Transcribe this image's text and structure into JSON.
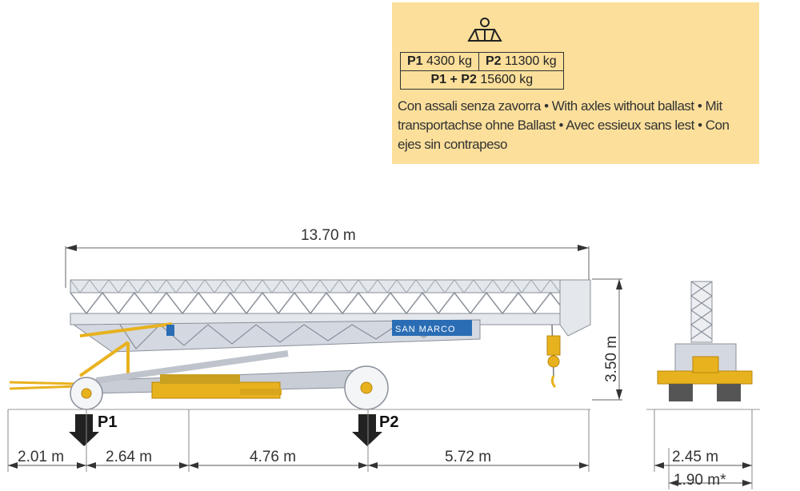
{
  "panel": {
    "p1_label": "P1",
    "p1_value": "4300 kg",
    "p2_label": "P2",
    "p2_value": "11300 kg",
    "sum_label": "P1 + P2",
    "sum_value": "15600 kg",
    "caption": "Con assali senza zavorra • With axles without ballast • Mit transportachse ohne Ballast • Avec essieux sans lest • Con ejes sin contrapeso",
    "icon": "transport-axle-icon"
  },
  "diagram": {
    "total_length": "13.70 m",
    "height": "3.50 m",
    "brand": "SAN MARCO",
    "load_p1": "P1",
    "load_p2": "P2",
    "segments": [
      "2.01 m",
      "2.64 m",
      "4.76 m",
      "5.72 m"
    ],
    "width_top": "2.45 m",
    "width_bottom": "1.90 m*",
    "crane_color": "#d4d8e0",
    "accent_color": "#e8b21e"
  }
}
